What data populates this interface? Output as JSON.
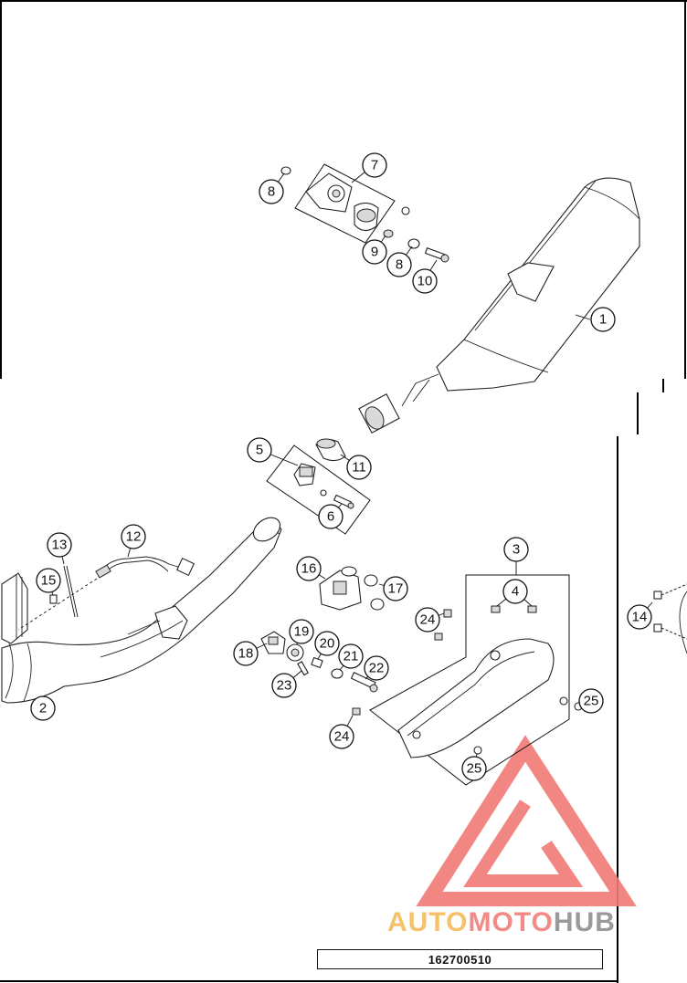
{
  "diagram": {
    "code": "162700510",
    "callouts": [
      {
        "id": "c1",
        "text": "1"
      },
      {
        "id": "c2",
        "text": "2"
      },
      {
        "id": "c3",
        "text": "3"
      },
      {
        "id": "c4",
        "text": "4"
      },
      {
        "id": "c5",
        "text": "5"
      },
      {
        "id": "c6",
        "text": "6"
      },
      {
        "id": "c7",
        "text": "7"
      },
      {
        "id": "c8a",
        "text": "8"
      },
      {
        "id": "c8b",
        "text": "8"
      },
      {
        "id": "c9",
        "text": "9"
      },
      {
        "id": "c10",
        "text": "10"
      },
      {
        "id": "c11",
        "text": "11"
      },
      {
        "id": "c12",
        "text": "12"
      },
      {
        "id": "c13",
        "text": "13"
      },
      {
        "id": "c14",
        "text": "14"
      },
      {
        "id": "c15",
        "text": "15"
      },
      {
        "id": "c16",
        "text": "16"
      },
      {
        "id": "c17",
        "text": "17"
      },
      {
        "id": "c18",
        "text": "18"
      },
      {
        "id": "c19",
        "text": "19"
      },
      {
        "id": "c20",
        "text": "20"
      },
      {
        "id": "c21",
        "text": "21"
      },
      {
        "id": "c22",
        "text": "22"
      },
      {
        "id": "c23",
        "text": "23"
      },
      {
        "id": "c24a",
        "text": "24"
      },
      {
        "id": "c24b",
        "text": "24"
      },
      {
        "id": "c25a",
        "text": "25"
      },
      {
        "id": "c25b",
        "text": "25"
      }
    ]
  },
  "watermark": {
    "brand_auto": "AUTO",
    "brand_moto": "MOTO",
    "brand_hub": "HUB",
    "color_auto": "#f5c26b",
    "color_moto": "#f28b86",
    "color_hub": "#9a9a9a",
    "logo_color": "#f07a75"
  }
}
